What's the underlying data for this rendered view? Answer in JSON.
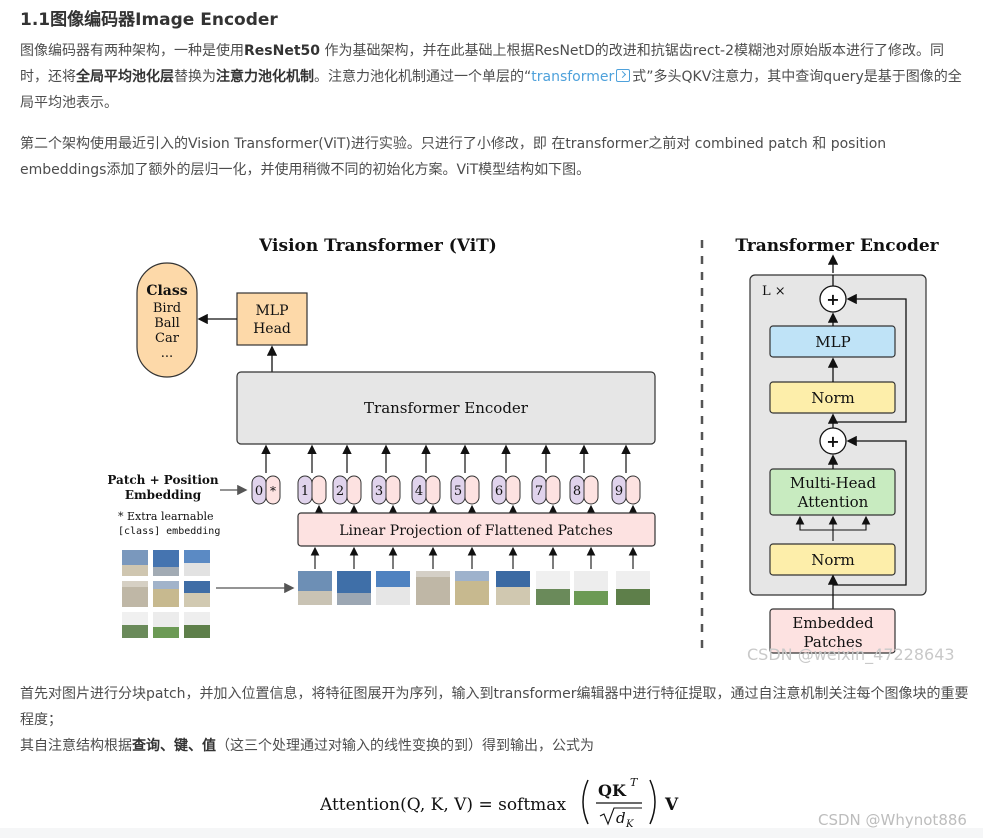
{
  "heading": "1.1图像编码器Image Encoder",
  "para1": {
    "t1": "图像编码器有两种架构，一种是使用",
    "b1": "ResNet50",
    "t2": " 作为基础架构，并在此基础上根据ResNetD的改进和抗锯齿rect-2模糊池对原始版本进行了修改。同时，还将",
    "b2": "全局平均池化层",
    "t3": "替换为",
    "b3": "注意力池化机制",
    "t4": "。注意力池化机制通过一个单层的“",
    "link": "transformer",
    "t5": "式”多头QKV注意力，其中查询query是基于图像的全局平均池表示。"
  },
  "para2": "第二个架构使用最近引入的Vision Transformer(ViT)进行实验。只进行了小修改，即 在transformer之前对 combined patch 和 position embeddings添加了额外的层归一化，并使用稍微不同的初始化方案。ViT模型结构如下图。",
  "figure": {
    "vit_title": "Vision Transformer (ViT)",
    "enc_title": "Transformer Encoder",
    "class_box": [
      "Class",
      "Bird",
      "Ball",
      "Car",
      "..."
    ],
    "mlp_head": [
      "MLP",
      "Head"
    ],
    "transformer_encoder": "Transformer Encoder",
    "patch_pos_label": [
      "Patch + Position",
      "Embedding"
    ],
    "extra_learnable": [
      "* Extra learnable",
      "[class] embedding"
    ],
    "linear_projection": "Linear Projection of Flattened Patches",
    "tokens": [
      "0",
      "1",
      "2",
      "3",
      "4",
      "5",
      "6",
      "7",
      "8",
      "9"
    ],
    "star": "*",
    "lx": "L ×",
    "mlp": "MLP",
    "norm": "Norm",
    "mha": [
      "Multi-Head",
      "Attention"
    ],
    "embedded_patches": [
      "Embedded",
      "Patches"
    ],
    "plus": "+"
  },
  "watermark_fig": "CSDN @weixin_47228643",
  "para3": {
    "line1": "首先对图片进行分块patch，并加入位置信息，将特征图展开为序列，输入到transformer编辑器中进行特征提取，通过自注意机制关注每个图像块的重要程度；",
    "line2_t1": "其自注意结构根据",
    "line2_b": "查询、键、值",
    "line2_t2": "（这三个处理通过对输入的线性变换的到）得到输出，公式为"
  },
  "formula": {
    "lhs": "Attention(Q, K, V) = softmax",
    "num": "QK",
    "sup": "T",
    "den": "d",
    "den_sub": "K",
    "rhs": "V"
  },
  "watermark_page": "CSDN @Whynot886",
  "colors": {
    "link": "#4ea1db",
    "orange": "#fdd9a9",
    "pink": "#fde2e1",
    "blue": "#bfe3f7",
    "yellow": "#fdeeaa",
    "green": "#c8ebc0",
    "gray": "#e6e6e6"
  }
}
